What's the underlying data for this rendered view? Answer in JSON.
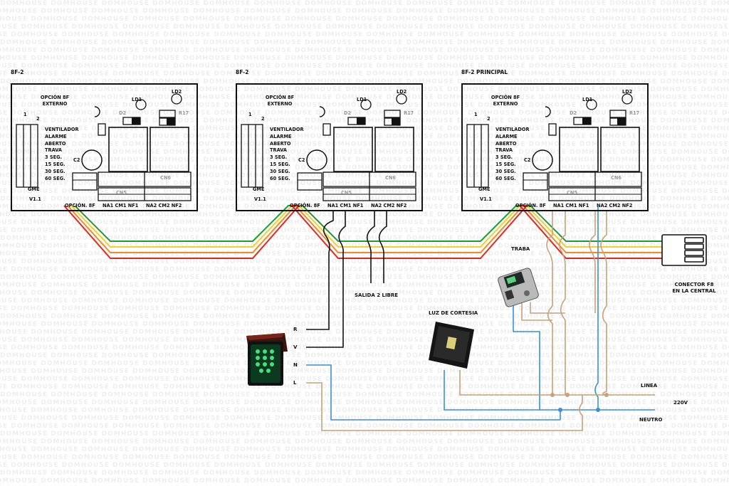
{
  "watermark": "DOMHOUSE",
  "boards": [
    {
      "title": "8F-2",
      "option_label": "OPCIÓN 8F",
      "option_sub": "EXTERNO",
      "modes": [
        "VENTILADOR",
        "ALARME",
        "ABERTO",
        "TRAVA",
        "3 SEG.",
        "15 SEG.",
        "30 SEG.",
        "60 SEG."
      ],
      "gme": "GME",
      "version": "V1.1",
      "c2": "C2",
      "ld1": "LD1",
      "ld2": "LD2",
      "d2": "D2",
      "r17": "R17",
      "cn5": "CN5",
      "cn6": "CN6",
      "sw1": "1",
      "sw2": "2",
      "term_opt": "OPCIÓN. 8F",
      "term_na1": "NA1 CM1 NF1",
      "term_na2": "NA2 CM2 NF2"
    },
    {
      "title": "8F-2",
      "option_label": "OPCIÓN 8F",
      "option_sub": "EXTERNO",
      "modes": [
        "VENTILADOR",
        "ALARME",
        "ABERTO",
        "TRAVA",
        "3 SEG.",
        "15 SEG.",
        "30 SEG.",
        "60 SEG."
      ],
      "gme": "GME",
      "version": "V1.1",
      "c2": "C2",
      "ld1": "LD1",
      "ld2": "LD2",
      "d2": "D2",
      "r17": "R17",
      "cn5": "CN5",
      "cn6": "CN6",
      "sw1": "1",
      "sw2": "2",
      "term_opt": "OPCIÓN. 8F",
      "term_na1": "NA1 CM1 NF1",
      "term_na2": "NA2 CM2 NF2"
    },
    {
      "title": "8F-2 PRINCIPAL",
      "option_label": "OPCIÓN 8F",
      "option_sub": "EXTERNO",
      "modes": [
        "VENTILADOR",
        "ALARME",
        "ABERTO",
        "TRAVA",
        "3 SEG.",
        "15 SEG.",
        "30 SEG.",
        "60 SEG."
      ],
      "gme": "GME",
      "version": "V1.1",
      "c2": "C2",
      "ld1": "LD1",
      "ld2": "LD2",
      "d2": "D2",
      "r17": "R17",
      "cn5": "CN5",
      "cn6": "CN6",
      "sw1": "1",
      "sw2": "2",
      "term_opt": "OPCIÓN. 8F",
      "term_na1": "NA1 CM1 NF1",
      "term_na2": "NA2 CM2 NF2"
    }
  ],
  "labels": {
    "salida": "SALIDA 2 LIBRE",
    "traba": "TRABA",
    "conector": [
      "CONECTOR F8",
      "EN LA CENTRAL"
    ],
    "luz": "LUZ DE CORTESIA",
    "linea": "LINEA",
    "v220": "220V",
    "neutro": "NEUTRO",
    "semaforo": [
      "R",
      "V",
      "N",
      "L"
    ]
  },
  "colors": {
    "bus": [
      "#1e9a3a",
      "#f2d22a",
      "#f28a2a",
      "#e0281e"
    ],
    "line": "#c7a27a",
    "neutral": "#3c8fd6",
    "signal": "#111111"
  }
}
